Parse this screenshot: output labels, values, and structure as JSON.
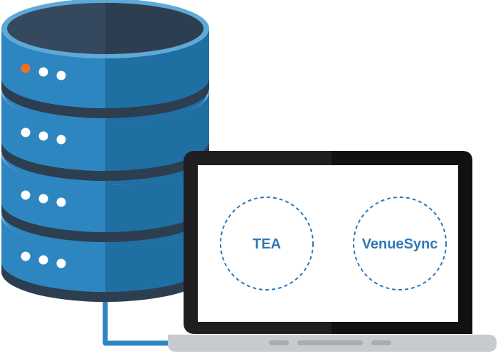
{
  "illustration": {
    "icons": {
      "database": "database-server-icon",
      "laptop": "laptop-icon",
      "cable": "network-cable-icon"
    },
    "labels": {
      "left_circle": "TEA",
      "right_circle": "VenueSync"
    },
    "colors": {
      "database_light": "#2e86c1",
      "database_dark": "#1f6fa3",
      "database_rim": "#5fa9d8",
      "database_top": "#34495e",
      "database_top_dark": "#2c3e50",
      "database_gap": "#2c3e50",
      "led_active": "#f07020",
      "led_idle": "#ffffff",
      "cable": "#2e86c1",
      "laptop_bezel": "#1f1f22",
      "laptop_bezel_shade": "#111114",
      "laptop_base": "#c8cbce",
      "laptop_base_dark": "#a9adb1",
      "screen": "#ffffff",
      "accent": "#2e78b8"
    },
    "database": {
      "tier_count": 4,
      "led_states": [
        [
          "active",
          "idle",
          "idle"
        ],
        [
          "idle",
          "idle",
          "idle"
        ],
        [
          "idle",
          "idle",
          "idle"
        ],
        [
          "idle",
          "idle",
          "idle"
        ]
      ]
    }
  }
}
